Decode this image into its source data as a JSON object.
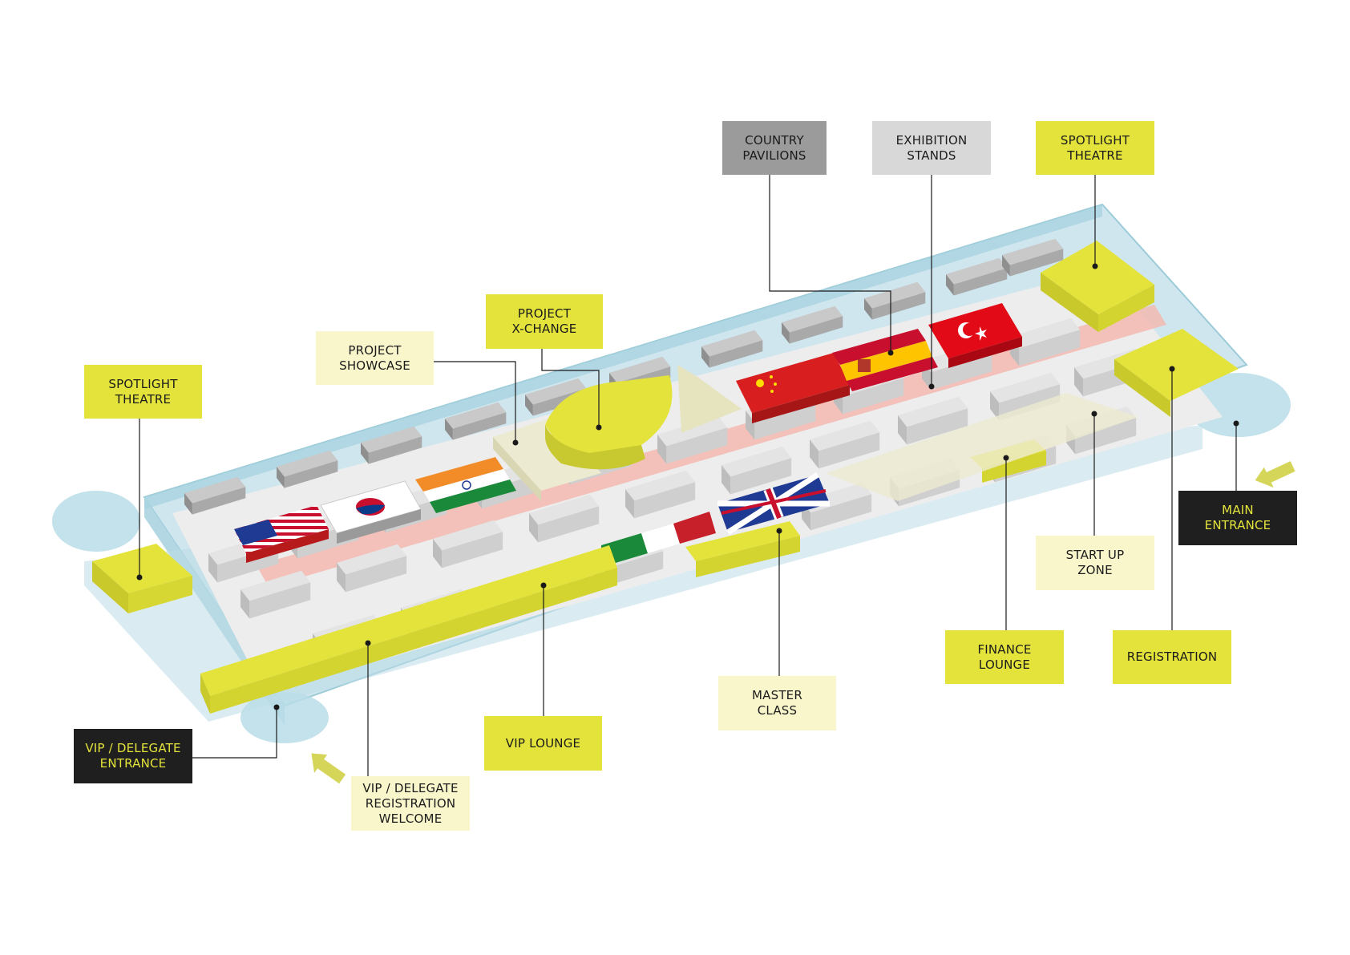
{
  "colors": {
    "glass": "#bfe0ea",
    "glass_edge": "#9ccbd8",
    "yellow": "#e3e33c",
    "pale_yellow": "#f2efc2",
    "stand_top": "#e2e2e2",
    "stand_side": "#bdbdbd",
    "pavilion": "#9c9c9c",
    "aisle": "#f3b8b0",
    "red": "#d81e1e",
    "label_black": "#1f1f1f"
  },
  "flags": [
    "usa-flag",
    "korea-flag",
    "india-flag",
    "italy-flag",
    "uk-flag",
    "china-flag",
    "spain-flag",
    "turkey-flag"
  ],
  "labels": {
    "country_pavilions": "COUNTRY\nPAVILIONS",
    "exhibition_stands": "EXHIBITION\nSTANDS",
    "spotlight_theatre_right": "SPOTLIGHT\nTHEATRE",
    "project_xchange": "PROJECT\nX-CHANGE",
    "project_showcase": "PROJECT\nSHOWCASE",
    "spotlight_theatre_left": "SPOTLIGHT\nTHEATRE",
    "main_entrance": "MAIN\nENTRANCE",
    "start_up_zone": "START UP\nZONE",
    "finance_lounge": "FINANCE\nLOUNGE",
    "registration": "REGISTRATION",
    "master_class": "MASTER\nCLASS",
    "vip_lounge": "VIP LOUNGE",
    "vip_delegate_entrance": "VIP / DELEGATE\nENTRANCE",
    "vip_delegate_registration": "VIP / DELEGATE\nREGISTRATION\nWELCOME"
  }
}
